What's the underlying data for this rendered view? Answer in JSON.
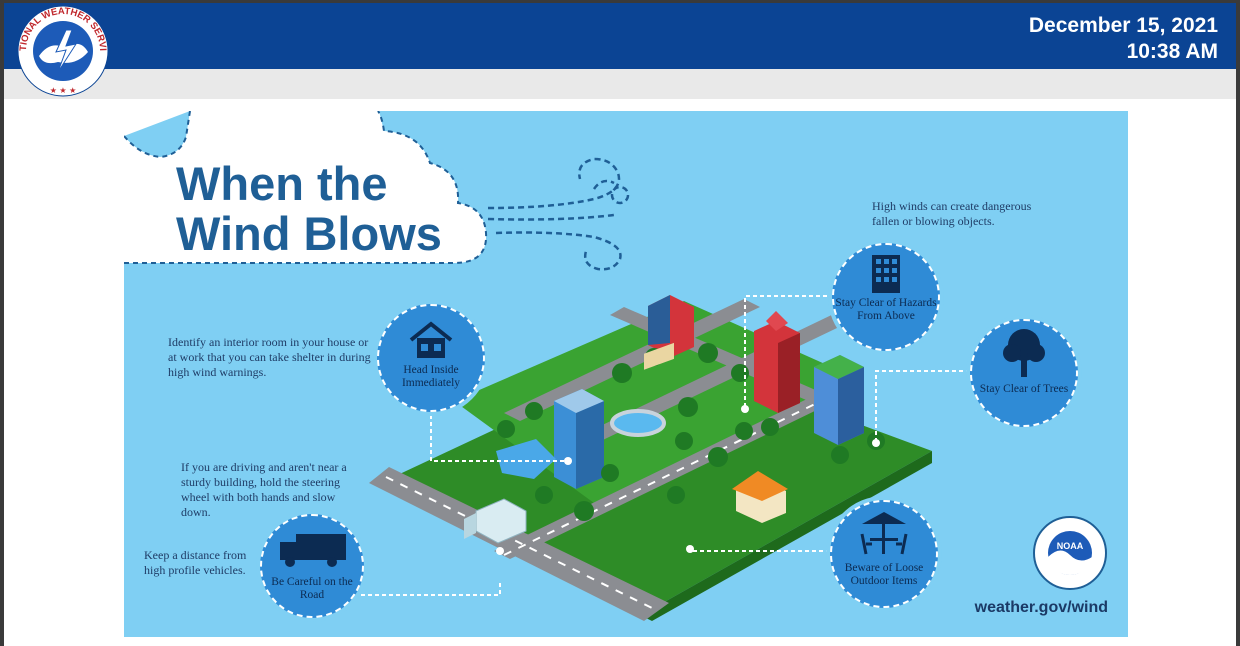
{
  "header": {
    "date": "December 15, 2021",
    "time": "10:38 AM",
    "logo_text": "NATIONAL WEATHER SERVICE"
  },
  "infographic": {
    "title_line1": "When the",
    "title_line2": "Wind Blows",
    "intro_text": "High winds can create dangerous fallen or blowing objects.",
    "shelter_text": "Identify an interior room in your house or at work that you can take shelter in during high wind warnings.",
    "driving_text": "If you are driving and aren't near a sturdy building, hold the steering wheel with both hands and slow down.",
    "distance_text": "Keep a distance from high profile vehicles.",
    "tips": [
      {
        "label": "Head Inside Immediately",
        "icon": "house-icon"
      },
      {
        "label": "Be Careful on the Road",
        "icon": "truck-icon"
      },
      {
        "label": "Stay Clear of Hazards From Above",
        "icon": "building-icon"
      },
      {
        "label": "Stay Clear of Trees",
        "icon": "tree-icon"
      },
      {
        "label": "Beware of Loose Outdoor Items",
        "icon": "patio-table-icon"
      }
    ],
    "noaa_logo_text": "NOAA",
    "url": "weather.gov/wind"
  },
  "colors": {
    "header_bg": "#0b4494",
    "panel_bg": "#7fcff3",
    "circle_bg": "#2f8bd6",
    "title": "#1f5f96"
  }
}
